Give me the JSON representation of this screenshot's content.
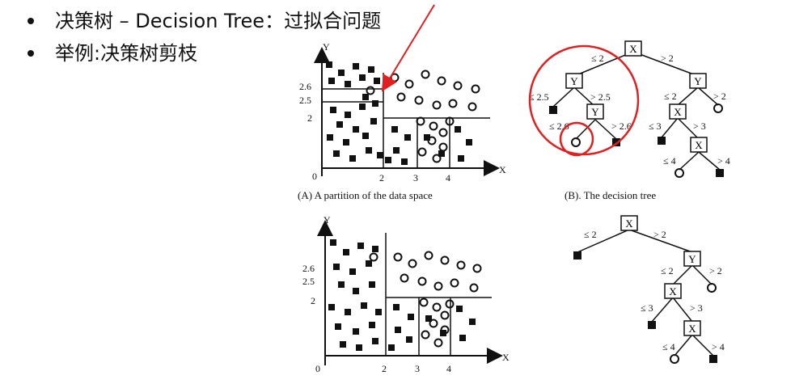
{
  "bullets": [
    "决策树 – Decision Tree：过拟合问题",
    "举例:决策树剪枝"
  ],
  "figure": {
    "caption_a": "(A) A partition of the data space",
    "caption_b": "(B). The decision tree",
    "axis_x": "X",
    "axis_y": "Y",
    "origin": "0",
    "x_ticks": [
      "2",
      "3",
      "4"
    ],
    "y_ticks": [
      "2.6",
      "2.5",
      "2"
    ]
  },
  "tree": {
    "split_x": "X",
    "split_y": "Y",
    "le2": "≤ 2",
    "gt2": "> 2",
    "le25": "≤ 2.5",
    "gt25": "> 2.5",
    "le26": "≤ 2.6",
    "gt26": "> 2.6",
    "le3": "≤ 3",
    "gt3": "> 3",
    "le4": "≤ 4",
    "gt4": "> 4"
  },
  "colors": {
    "highlight": "#e02020",
    "ink": "#111111"
  }
}
